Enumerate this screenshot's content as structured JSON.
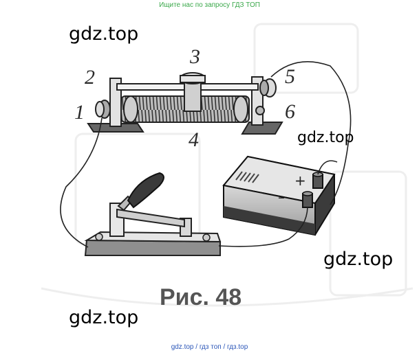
{
  "banner_top": "Ищите нас по запросу ГДЗ ТОП",
  "banner_bottom": "gdz.top / гдз топ / гдз.top",
  "watermarks": [
    "gdz.top",
    "gdz.top",
    "gdz.top",
    "gdz.top"
  ],
  "figure": {
    "caption": "Рис. 48",
    "labels": [
      "1",
      "2",
      "3",
      "4",
      "5",
      "6"
    ],
    "plus": "+",
    "minus": "–"
  },
  "colors": {
    "banner_top": "#3aa84a",
    "banner_bottom": "#2b56b8"
  }
}
